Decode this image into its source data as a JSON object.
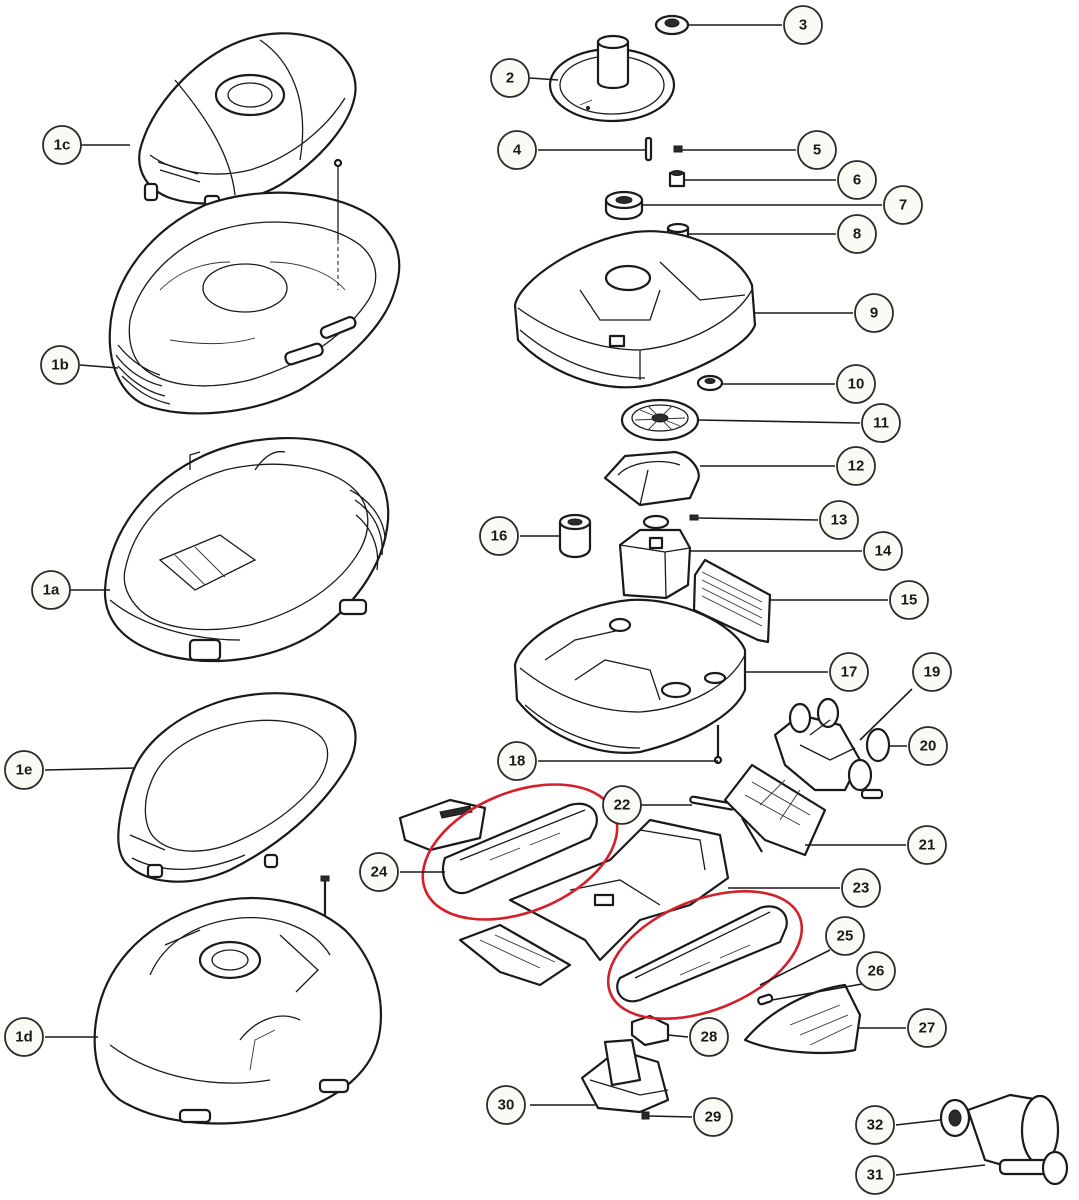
{
  "callouts": [
    {
      "id": "1c",
      "label": "1c"
    },
    {
      "id": "1b",
      "label": "1b"
    },
    {
      "id": "1a",
      "label": "1a"
    },
    {
      "id": "1e",
      "label": "1e"
    },
    {
      "id": "1d",
      "label": "1d"
    },
    {
      "id": "2",
      "label": "2"
    },
    {
      "id": "3",
      "label": "3"
    },
    {
      "id": "4",
      "label": "4"
    },
    {
      "id": "5",
      "label": "5"
    },
    {
      "id": "6",
      "label": "6"
    },
    {
      "id": "7",
      "label": "7"
    },
    {
      "id": "8",
      "label": "8"
    },
    {
      "id": "9",
      "label": "9"
    },
    {
      "id": "10",
      "label": "10"
    },
    {
      "id": "11",
      "label": "11"
    },
    {
      "id": "12",
      "label": "12"
    },
    {
      "id": "13",
      "label": "13"
    },
    {
      "id": "14",
      "label": "14"
    },
    {
      "id": "15",
      "label": "15"
    },
    {
      "id": "16",
      "label": "16"
    },
    {
      "id": "17",
      "label": "17"
    },
    {
      "id": "18",
      "label": "18"
    },
    {
      "id": "19",
      "label": "19"
    },
    {
      "id": "20",
      "label": "20"
    },
    {
      "id": "21",
      "label": "21"
    },
    {
      "id": "22",
      "label": "22"
    },
    {
      "id": "23",
      "label": "23"
    },
    {
      "id": "24",
      "label": "24"
    },
    {
      "id": "25",
      "label": "25"
    },
    {
      "id": "26",
      "label": "26"
    },
    {
      "id": "27",
      "label": "27"
    },
    {
      "id": "28",
      "label": "28"
    },
    {
      "id": "29",
      "label": "29"
    },
    {
      "id": "30",
      "label": "30"
    },
    {
      "id": "31",
      "label": "31"
    },
    {
      "id": "32",
      "label": "32"
    }
  ],
  "highlighted_parts": [
    "24",
    "25"
  ],
  "colors": {
    "line": "#1a1a1a",
    "callout_fill": "#fbfbf6",
    "highlight": "#d4202a",
    "background": "#ffffff"
  }
}
